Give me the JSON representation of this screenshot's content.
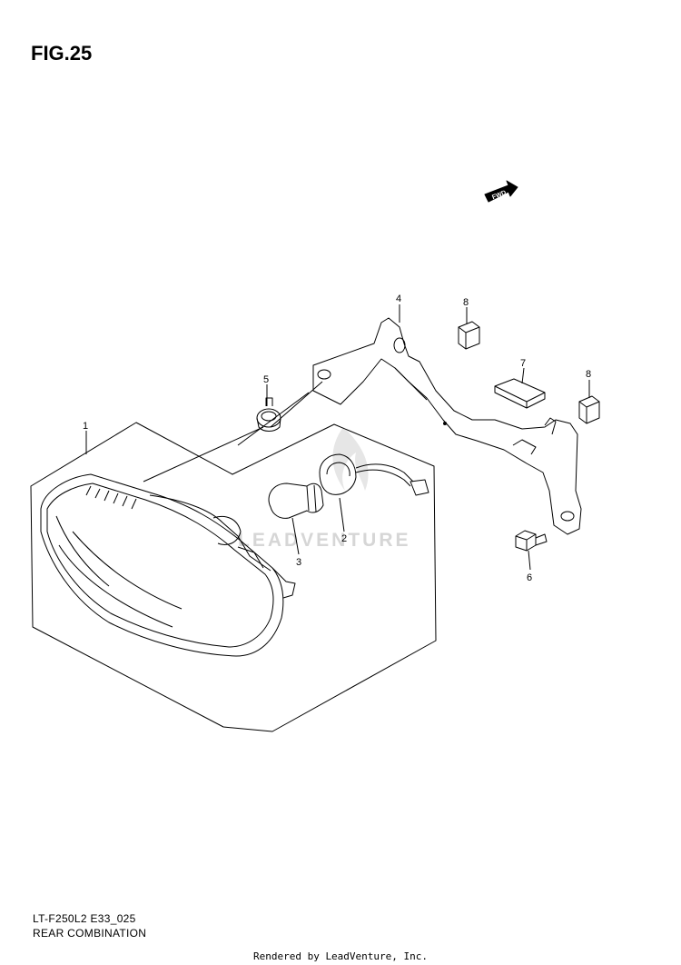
{
  "figure": {
    "title": "FIG.25",
    "model_code": "LT-F250L2 E33_025",
    "assembly_name": "REAR COMBINATION",
    "fwd_label": "FWD",
    "watermark": "LEADVENTURE",
    "rendered_by": "Rendered by LeadVenture, Inc."
  },
  "callouts": [
    {
      "number": "1",
      "part": "rear-combination-lamp"
    },
    {
      "number": "2",
      "part": "socket-wire"
    },
    {
      "number": "3",
      "part": "bulb"
    },
    {
      "number": "4",
      "part": "bracket"
    },
    {
      "number": "5",
      "part": "grommet"
    },
    {
      "number": "6",
      "part": "bolt"
    },
    {
      "number": "7",
      "part": "cushion"
    },
    {
      "number": "8",
      "part": "cushion"
    },
    {
      "number": "8",
      "part": "cushion"
    }
  ],
  "colors": {
    "line": "#000000",
    "watermark": "#d6d6d6",
    "background": "#ffffff"
  }
}
